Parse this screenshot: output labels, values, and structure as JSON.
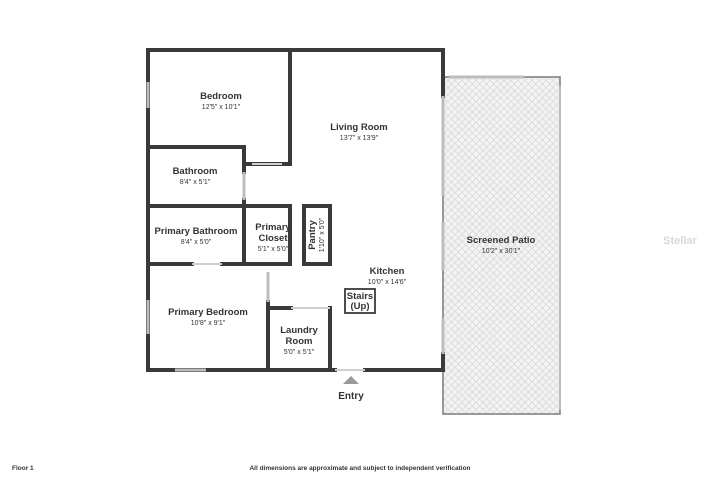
{
  "rooms": {
    "bedroom": {
      "name": "Bedroom",
      "dims": "12'5\" x 10'1\""
    },
    "living_room": {
      "name": "Living Room",
      "dims": "13'7\" x 13'9\""
    },
    "bathroom": {
      "name": "Bathroom",
      "dims": "8'4\" x 5'1\""
    },
    "primary_bathroom": {
      "name": "Primary Bathroom",
      "dims": "8'4\" x 5'0\""
    },
    "primary_closet": {
      "name_line1": "Primary",
      "name_line2": "Closet",
      "dims": "5'1\" x 5'0\""
    },
    "pantry": {
      "name": "Pantry",
      "dims": "1'10\" x 5'0\""
    },
    "kitchen": {
      "name": "Kitchen",
      "dims": "10'0\" x 14'6\""
    },
    "stairs": {
      "line1": "Stairs",
      "line2": "(Up)"
    },
    "primary_bedroom": {
      "name": "Primary Bedroom",
      "dims": "10'8\" x 9'1\""
    },
    "laundry_room": {
      "name_line1": "Laundry",
      "name_line2": "Room",
      "dims": "5'0\" x 5'1\""
    },
    "screened_patio": {
      "name": "Screened Patio",
      "dims": "10'2\" x 30'1\""
    }
  },
  "entry_label": "Entry",
  "footer": {
    "floor": "Floor 1",
    "disclaimer": "All dimensions are approximate and subject to independent verification"
  },
  "watermark": "Stellar",
  "colors": {
    "wall": "#3a3a3a",
    "patio_fill": "#ececec",
    "window": "#bdbdbd"
  }
}
